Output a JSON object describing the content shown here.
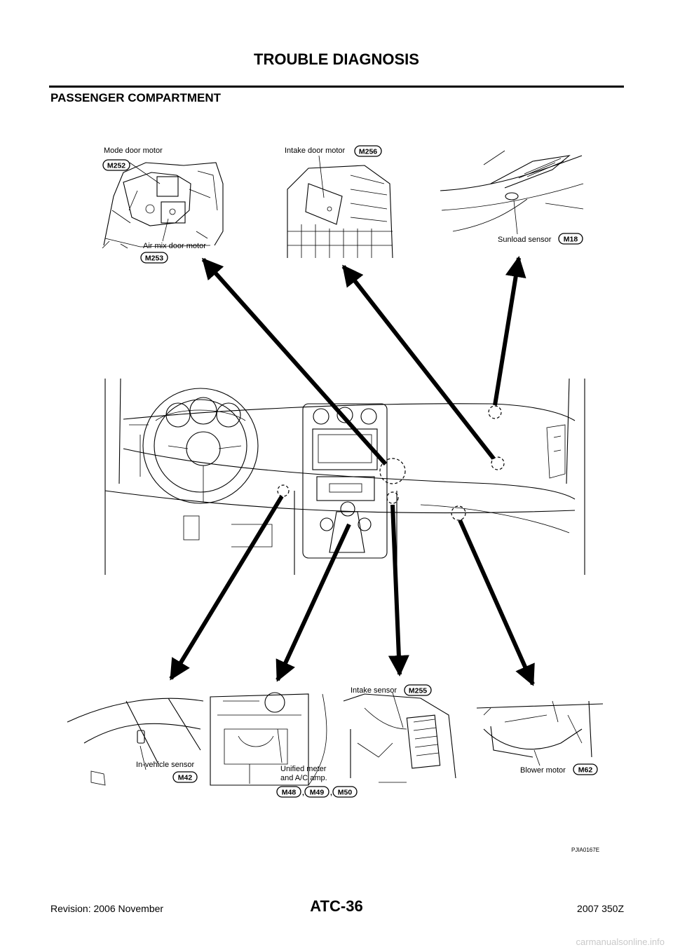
{
  "header": {
    "title": "TROUBLE DIAGNOSIS"
  },
  "section": {
    "heading": "PASSENGER COMPARTMENT"
  },
  "components": {
    "mode_door_motor": {
      "label": "Mode door motor",
      "connector": "M252"
    },
    "air_mix_door_motor": {
      "label": "Air mix door motor",
      "connector": "M253"
    },
    "intake_door_motor": {
      "label": "Intake door motor",
      "connector": "M256"
    },
    "sunload_sensor": {
      "label": "Sunload sensor",
      "connector": "M18"
    },
    "in_vehicle_sensor": {
      "label": "In-vehicle sensor",
      "connector": "M42"
    },
    "unified_meter": {
      "label_line1": "Unified meter",
      "label_line2": "and A/C amp.",
      "connectors": [
        "M48",
        "M49",
        "M50"
      ]
    },
    "intake_sensor": {
      "label": "Intake sensor",
      "connector": "M255"
    },
    "blower_motor": {
      "label": "Blower motor",
      "connector": "M62"
    }
  },
  "ref_code": "PJIA0167E",
  "footer": {
    "revision": "Revision: 2006 November",
    "page": "ATC-36",
    "model": "2007 350Z"
  },
  "watermark": "carmanualsonline.info"
}
